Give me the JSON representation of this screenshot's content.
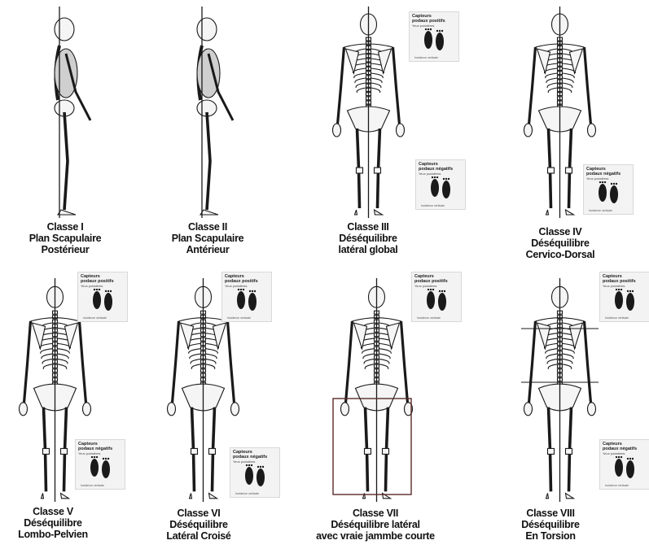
{
  "figure": {
    "panels": [
      {
        "id": "c1",
        "lines": [
          "Classe I",
          "Plan Scapulaire",
          "Postérieur"
        ],
        "view": "side"
      },
      {
        "id": "c2",
        "lines": [
          "Classe II",
          "Plan Scapulaire",
          "Antérieur"
        ],
        "view": "side"
      },
      {
        "id": "c3",
        "lines": [
          "Classe III",
          "Déséquilibre",
          "latéral global"
        ],
        "view": "back"
      },
      {
        "id": "c4",
        "lines": [
          "Classe IV",
          "Déséquilibre",
          "Cervico-Dorsal"
        ],
        "view": "back"
      },
      {
        "id": "c5",
        "lines": [
          "Classe V",
          "Déséquilibre",
          "Lombo-Pelvien"
        ],
        "view": "back"
      },
      {
        "id": "c6",
        "lines": [
          "Classe VI",
          "Déséquilibre",
          "Latéral Croisé"
        ],
        "view": "back"
      },
      {
        "id": "c7",
        "lines": [
          "Classe VII",
          "Déséquilibre latéral",
          "avec vraie jammbe courte"
        ],
        "view": "back"
      },
      {
        "id": "c8",
        "lines": [
          "Classe VIII",
          "Déséquilibre",
          "En Torsion"
        ],
        "view": "back"
      }
    ],
    "sensor_positive": {
      "title_line1": "Capteurs",
      "title_line2": "podaux positifs",
      "subtitle": "Yeux podaléres",
      "footer": "Incidence verticale"
    },
    "sensor_negative": {
      "title_line1": "Capteurs",
      "title_line2": "podaux négatifs",
      "subtitle": "Yeux podaléres",
      "footer": "Incidence verticale"
    },
    "colors": {
      "ink": "#1a1a1a",
      "bone": "#f5f5f5",
      "panel_bg": "#f3f3f3"
    }
  }
}
